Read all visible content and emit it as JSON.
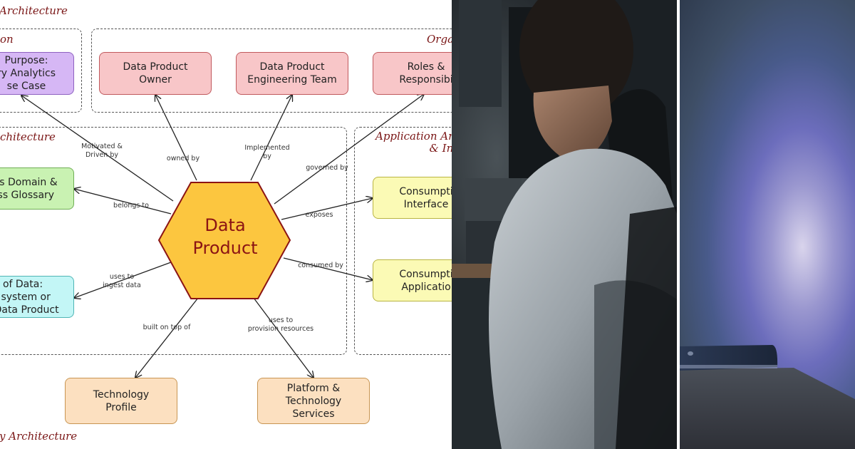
{
  "diagram": {
    "regions": {
      "top_left_label": "Architecture",
      "left_small_label": "on",
      "org_label": "Orga",
      "mid_left_label": "chitecture",
      "app_label": "Application Ar\n& In",
      "bottom_label": "y Architecture"
    },
    "center": "Data\nProduct",
    "boxes": {
      "purpose": "Purpose:\nry Analytics\nse Case",
      "owner": "Data Product\nOwner",
      "eng_team": "Data Product\nEngineering Team",
      "roles": "Roles &\nResponsibi",
      "domain": "ess Domain &\ness Glossary",
      "source": "of Data:\nl system or\nr Data Product",
      "cons_interface": "Consumpti\nInterface",
      "cons_application": "Consumpti\nApplicatio",
      "tech_profile": "Technology\nProfile",
      "platform": "Platform &\nTechnology\nServices"
    },
    "edges": {
      "motivated": "Motivated &\nDriven by",
      "owned": "owned by",
      "implemented": "Implemented\nby",
      "governed": "governed by",
      "belongs": "belongs to",
      "exposes": "exposes",
      "consumed": "consumed by",
      "ingest": "uses to\ningest data",
      "built": "built on top of",
      "provision": "uses to\nprovision resources"
    },
    "colors": {
      "pink": "#f8c6c8",
      "purple": "#d6b7f5",
      "green": "#c9f2b2",
      "cyan": "#c3f6f6",
      "yellow": "#fbfab5",
      "orange": "#fce0c0",
      "hexagon": "#fcc63f",
      "label_red": "#7a1616"
    }
  },
  "photos": {
    "photo1_subject": "person-at-desk",
    "photo2_subject": "laptop-on-desk"
  }
}
